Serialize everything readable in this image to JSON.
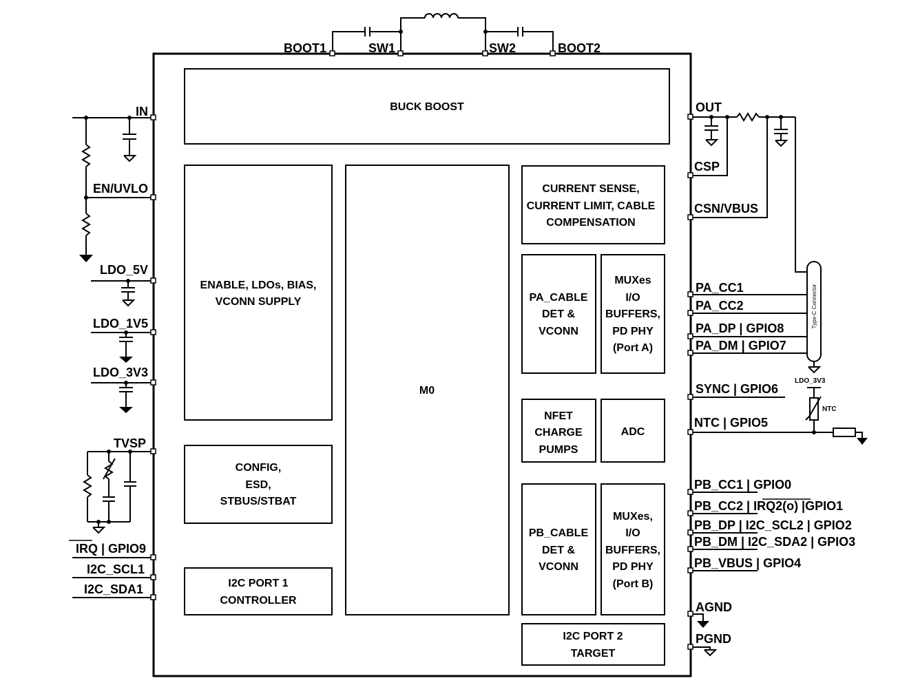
{
  "pins_left": {
    "in": "IN",
    "en_uvlo": "EN/UVLO",
    "ldo_5v": "LDO_5V",
    "ldo_1v5": "LDO_1V5",
    "ldo_3v3": "LDO_3V3",
    "tvsp": "TVSP",
    "irq_gpio9": "IRQ | GPIO9",
    "i2c_scl1": "I2C_SCL1",
    "i2c_sda1": "I2C_SDA1"
  },
  "pins_top": {
    "boot1": "BOOT1",
    "sw1": "SW1",
    "sw2": "SW2",
    "boot2": "BOOT2"
  },
  "pins_right": {
    "out": "OUT",
    "csp": "CSP",
    "csn_vbus": "CSN/VBUS",
    "pa_cc1": "PA_CC1",
    "pa_cc2": "PA_CC2",
    "pa_dp": "PA_DP | GPIO8",
    "pa_dm": "PA_DM | GPIO7",
    "sync": "SYNC | GPIO6",
    "ntc": "NTC | GPIO5",
    "pb_cc1": "PB_CC1 | GPIO0",
    "pb_cc2": "PB_CC2 | IRQ2(o) |GPIO1",
    "pb_dp": "PB_DP | I2C_SCL2 | GPIO2",
    "pb_dm": "PB_DM | I2C_SDA2 | GPIO3",
    "pb_vbus": "PB_VBUS | GPIO4",
    "agnd": "AGND",
    "pgnd": "PGND"
  },
  "blocks": {
    "buck_boost": "BUCK BOOST",
    "enable": [
      "ENABLE, LDOs, BIAS,",
      "VCONN SUPPLY"
    ],
    "config": [
      "CONFIG,",
      "ESD,",
      "STBUS/STBAT"
    ],
    "i2c_port1": [
      "I2C PORT 1",
      "CONTROLLER"
    ],
    "m0": "M0",
    "current_sense": [
      "CURRENT SENSE,",
      "CURRENT LIMIT, CABLE",
      "COMPENSATION"
    ],
    "pa_cable": [
      "PA_CABLE",
      "DET &",
      "VCONN"
    ],
    "mux_a": [
      "MUXes",
      "I/O",
      "BUFFERS,",
      "PD PHY",
      "(Port A)"
    ],
    "nfet": [
      "NFET",
      "CHARGE",
      "PUMPS"
    ],
    "adc": "ADC",
    "pb_cable": [
      "PB_CABLE",
      "DET &",
      "VCONN"
    ],
    "mux_b": [
      "MUXes,",
      "I/O",
      "BUFFERS,",
      "PD PHY",
      "(Port B)"
    ],
    "i2c_port2": [
      "I2C PORT 2",
      "TARGET"
    ]
  },
  "external": {
    "connector": "Type-C Connector",
    "ldo_3v3_ref": "LDO_3V3",
    "ntc_label": "NTC"
  }
}
